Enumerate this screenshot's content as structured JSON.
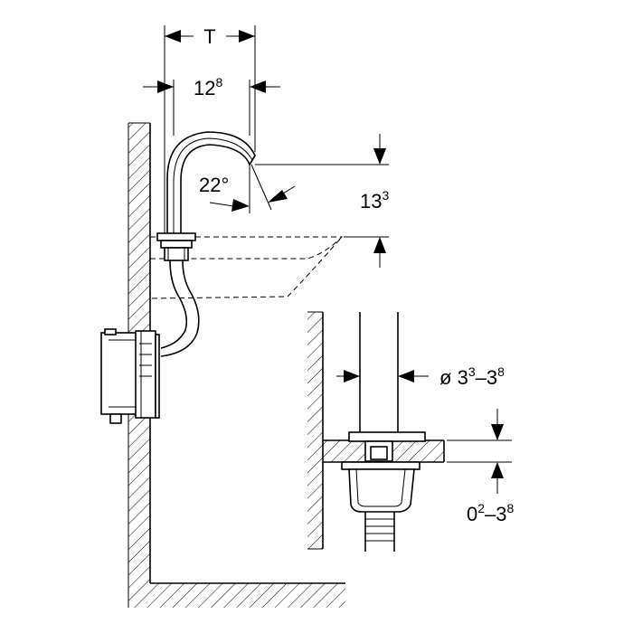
{
  "dimensions": {
    "t": "T",
    "width_main": "12",
    "width_main_sup": "8",
    "angle": "22°",
    "height_base": "13",
    "height_base_sup": "3",
    "diameter_prefix": "ø ",
    "diameter_a": "3",
    "diameter_a_sup": "3",
    "diameter_sep": "–3",
    "diameter_b_sup": "8",
    "thickness_a": "0",
    "thickness_a_sup": "2",
    "thickness_sep": "–3",
    "thickness_b_sup": "8"
  }
}
